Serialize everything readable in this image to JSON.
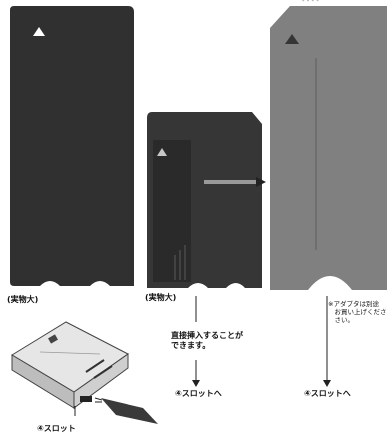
{
  "top_clip_text": "- - - -",
  "cards": {
    "left_label": "(実物大)",
    "middle_label": "(実物大)"
  },
  "middle_flow": {
    "direct_insert": "直接挿入することが\nできます。",
    "slot_dest": "④スロットへ"
  },
  "right_flow": {
    "note": "※アダプタは別途\n　お買い上げくださ\n　さい。",
    "slot_dest": "④スロットへ"
  },
  "device": {
    "slot_label": "④スロット"
  },
  "colors": {
    "card_dark": "#2f2f2f",
    "card_gray": "#7f7f7f",
    "card_mid": "#3a3a3a"
  }
}
